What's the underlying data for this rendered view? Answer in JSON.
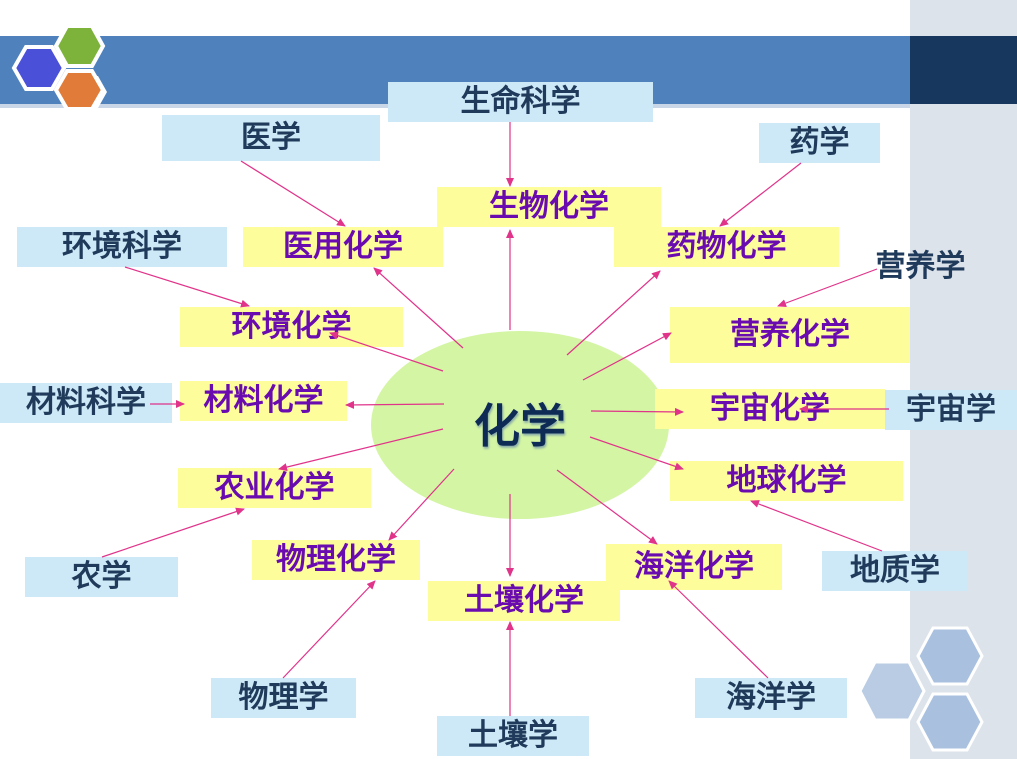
{
  "center": "化学",
  "sciences": {
    "sheng_ming_ke_xue": "生命科学",
    "yi_xue": "医学",
    "yao_xue": "药学",
    "huan_jing_ke_xue": "环境科学",
    "ying_yang_xue": "营养学",
    "cai_liao_ke_xue": "材料科学",
    "yu_zhou_xue": "宇宙学",
    "nong_xue": "农学",
    "di_zhi_xue": "地质学",
    "wu_li_xue": "物理学",
    "hai_yang_xue": "海洋学",
    "tu_rang_xue": "土壤学"
  },
  "branches": {
    "sheng_wu_hua_xue": "生物化学",
    "yi_yong_hua_xue": "医用化学",
    "yao_wu_hua_xue": "药物化学",
    "huan_jing_hua_xue": "环境化学",
    "ying_yang_hua_xue": "营养化学",
    "cai_liao_hua_xue": "材料化学",
    "yu_zhou_hua_xue": "宇宙化学",
    "nong_ye_hua_xue": "农业化学",
    "di_qiu_hua_xue": "地球化学",
    "wu_li_hua_xue": "物理化学",
    "hai_yang_hua_xue": "海洋化学",
    "tu_rang_hua_xue": "土壤化学"
  },
  "colors": {
    "banner": "#4f81bd",
    "banner_dark": "#17375e",
    "science_box": "#cde9f7",
    "branch_box": "#fdfd9c",
    "branch_text": "#6a0bb0",
    "science_text": "#1f3a5a",
    "center_ellipse": "#d4f5a4",
    "arrow": "#e0338a",
    "hex_blue": "#4b50d8",
    "hex_green": "#7db33a",
    "hex_orange": "#e07b39"
  }
}
